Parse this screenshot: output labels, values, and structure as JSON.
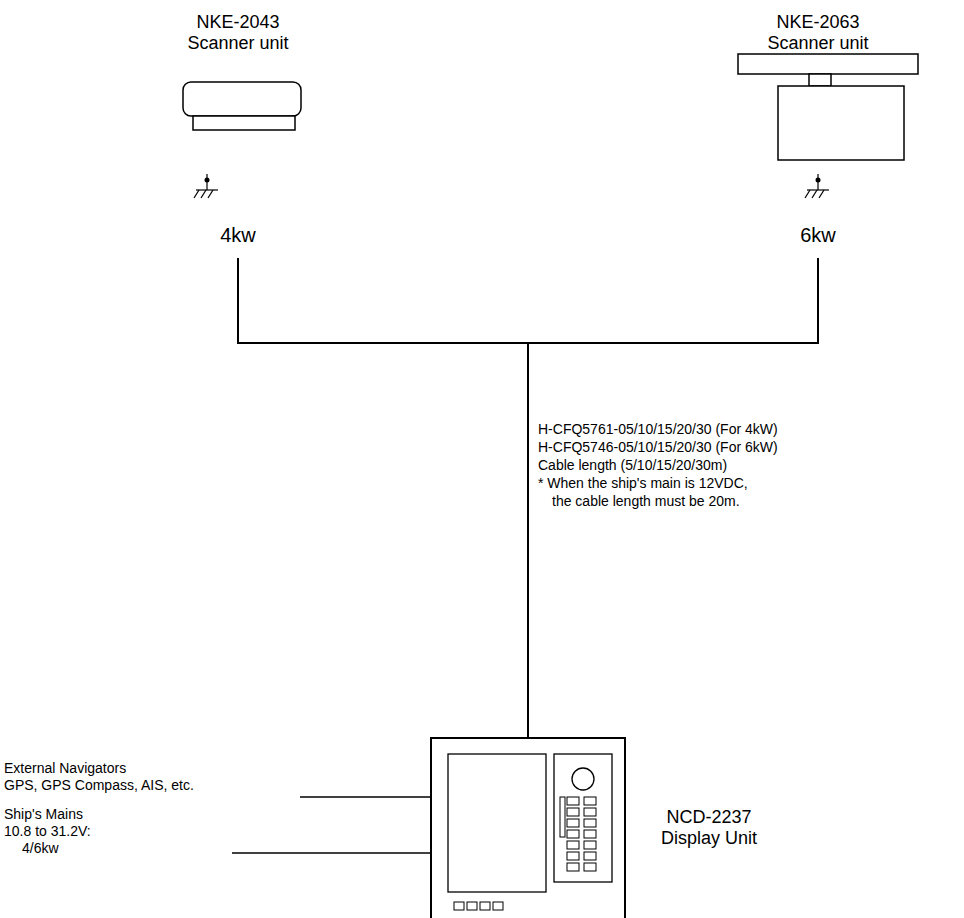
{
  "diagram": {
    "nodes": [
      {
        "text": [
          "NKE-2043 Scanner unit",
          "4kw"
        ]
      },
      {
        "text": [
          "NKE-2063 Scanner unit",
          "6kw"
        ]
      },
      {
        "text": [
          "NCD-2237 Display Unit"
        ]
      }
    ],
    "edges": [
      {
        "from": 0,
        "to": 2,
        "arrow": "none"
      },
      {
        "from": 1,
        "to": 2,
        "arrow": "none"
      }
    ],
    "labels": [
      "H-CFQ5761-05/10/15/20/30 (For 4kW)",
      "H-CFQ5746-05/10/15/20/30 (For 6kW)",
      "Cable length (5/10/15/20/30m)",
      "* When the ship's main is 12VDC,",
      "the cable length must be 20m.",
      "External Navigators",
      "GPS, GPS Compass, AIS, etc.",
      "Ship's Mains",
      "10.8 to 31.2V:",
      "4/6kw"
    ]
  }
}
